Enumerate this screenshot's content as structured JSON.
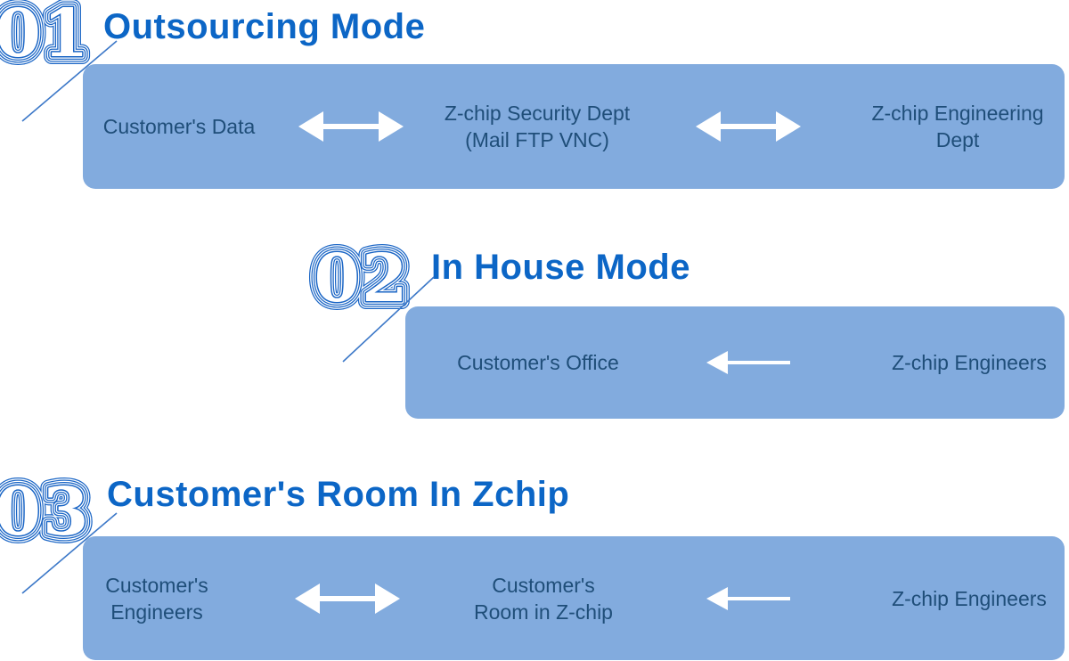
{
  "colors": {
    "band": "#82abde",
    "title_text": "#0c66c6",
    "node_text": "#1f4e79",
    "number": "#1a65c5",
    "connector_line": "#3c78c8",
    "arrow": "#ffffff",
    "background": "#ffffff"
  },
  "sections": [
    {
      "number": "01",
      "title": "Outsourcing Mode",
      "nodes": {
        "left": {
          "lines": [
            "Customer's Data"
          ]
        },
        "middle": {
          "lines": [
            "Z-chip Security Dept",
            "(Mail FTP VNC)"
          ]
        },
        "right": {
          "lines": [
            "Z-chip Engineering",
            "Dept"
          ]
        }
      },
      "arrows": [
        "double",
        "double"
      ]
    },
    {
      "number": "02",
      "title": "In House Mode",
      "nodes": {
        "left": {
          "lines": [
            "Customer's Office"
          ]
        },
        "right": {
          "lines": [
            "Z-chip Engineers"
          ]
        }
      },
      "arrows": [
        "left"
      ]
    },
    {
      "number": "03",
      "title": "Customer's Room In Zchip",
      "nodes": {
        "left": {
          "lines": [
            "Customer's",
            "Engineers"
          ]
        },
        "middle": {
          "lines": [
            "Customer's",
            "Room in Z-chip"
          ]
        },
        "right": {
          "lines": [
            "Z-chip Engineers"
          ]
        }
      },
      "arrows": [
        "double",
        "left"
      ]
    }
  ]
}
